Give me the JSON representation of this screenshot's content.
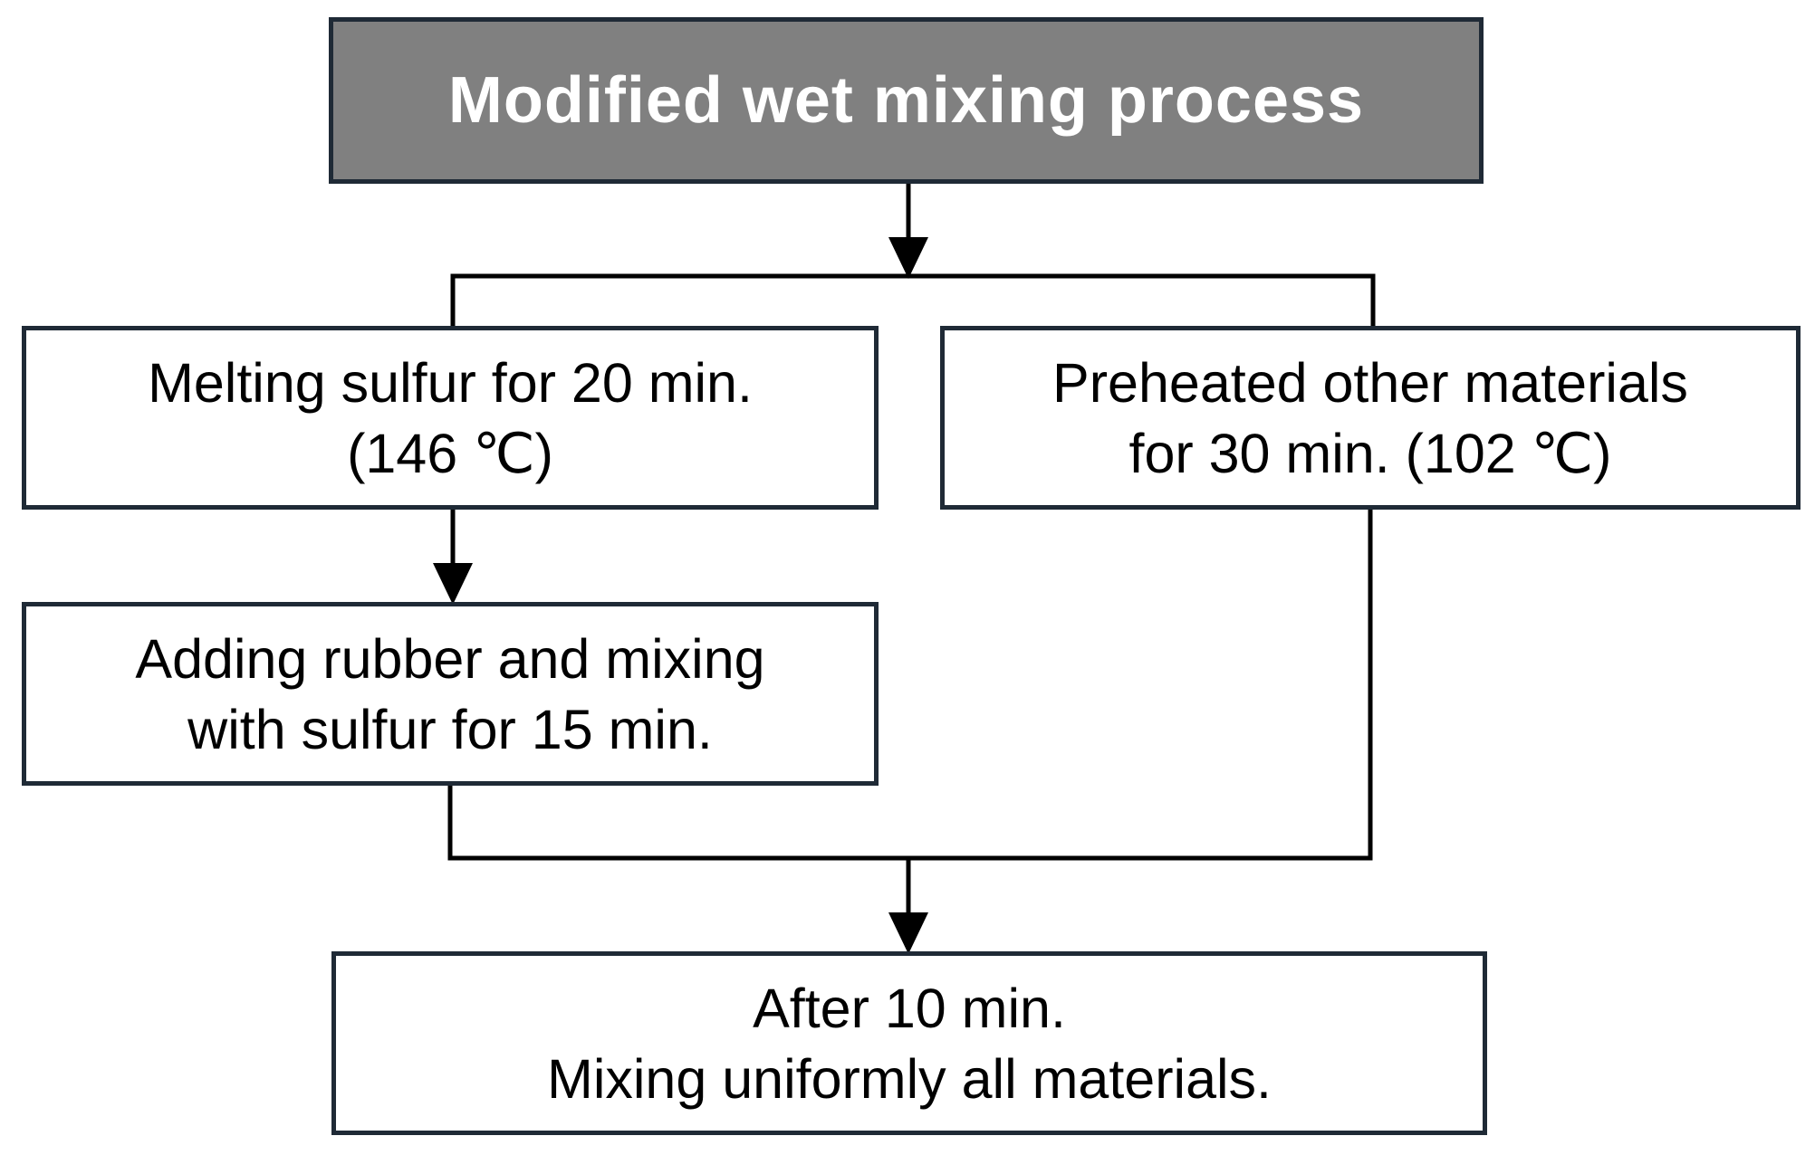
{
  "title": "Modified wet mixing process",
  "steps": {
    "melt": {
      "line1": "Melting sulfur for 20 min.",
      "line2": "(146 ℃)"
    },
    "preheat": {
      "line1": "Preheated other materials",
      "line2": "for 30 min. (102 ℃)"
    },
    "rubber": {
      "line1": "Adding rubber and mixing",
      "line2": "with sulfur for 15 min."
    },
    "final": {
      "line1": "After 10 min.",
      "line2": "Mixing uniformly all materials."
    }
  },
  "colors": {
    "title_fill": "#808080",
    "title_text": "#ffffff",
    "border": "#1f2a36",
    "connector": "#000000"
  }
}
